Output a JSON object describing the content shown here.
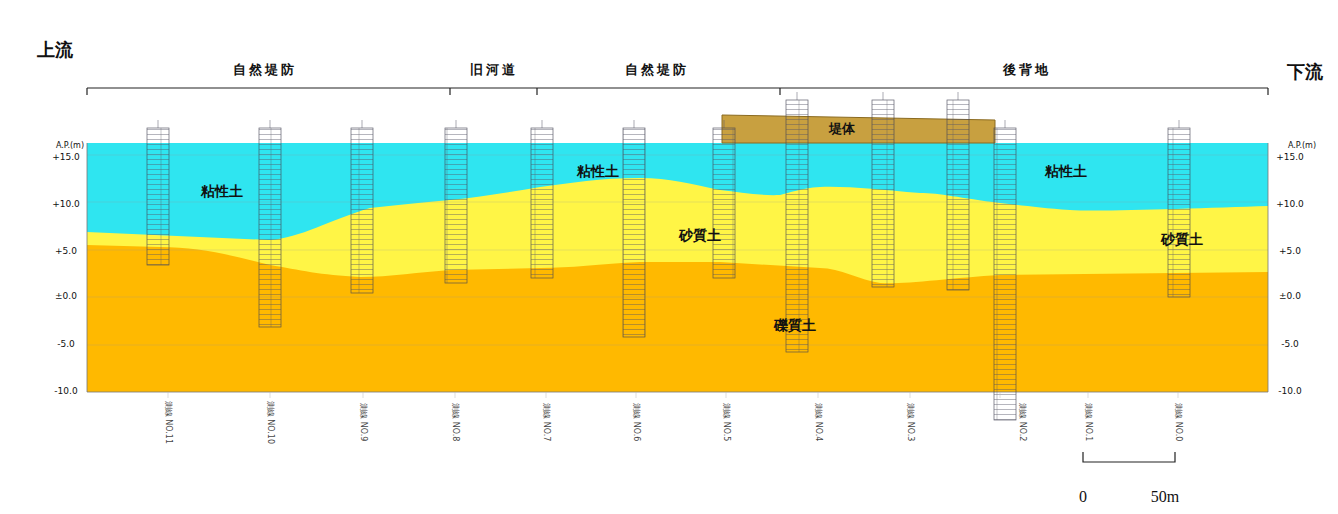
{
  "diagram": {
    "labels": [
      "上流",
      "下流",
      "自然堤防",
      "旧河道",
      "自然堤防",
      "後背地",
      "堤体",
      "粘性土",
      "粘性土",
      "粘性土",
      "砂質土",
      "砂質土",
      "礫質土",
      "A.P.(m)",
      "+15.0",
      "+10.0",
      "+5.0",
      "±0.0",
      "-5.0",
      "-10.0",
      "A.P.(m)",
      "+15.0",
      "+10.0",
      "+5.0",
      "±0.0",
      "-5.0",
      "-10.0",
      "測線 NO.11",
      "測線 NO.10",
      "測線 NO.9",
      "測線 NO.8",
      "測線 NO.7",
      "測線 NO.6",
      "測線 NO.5",
      "測線 NO.4",
      "測線 NO.3",
      "測線 NO.2",
      "測線 NO.1",
      "測線 NO.0",
      "0",
      "50m"
    ]
  }
}
